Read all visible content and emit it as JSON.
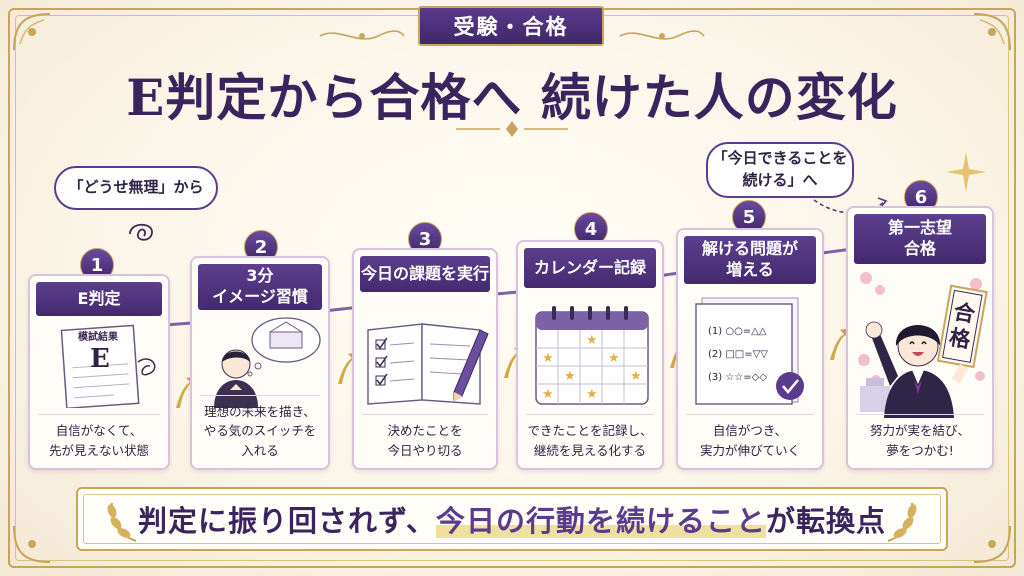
{
  "header": {
    "category": "受験・合格",
    "title": "E判定から合格へ 続けた人の変化"
  },
  "bubbles": {
    "left": "「どうせ無理」から",
    "right_line1": "「今日できることを",
    "right_line2": "続ける」へ"
  },
  "steps": [
    {
      "number": "1",
      "title": "E判定",
      "caption": "自信がなくて、\n先が見えない状態",
      "illustration": {
        "sheet_title": "模試結果",
        "grade": "E",
        "icon": "exam-sheet-icon"
      }
    },
    {
      "number": "2",
      "title": "3分\nイメージ習慣",
      "caption": "理想の未来を描き、\nやる気のスイッチを入れる",
      "illustration": {
        "icon": "student-visualizing-school-icon"
      }
    },
    {
      "number": "3",
      "title": "今日の課題を実行",
      "caption": "決めたことを\n今日やり切る",
      "illustration": {
        "icon": "notebook-checklist-icon"
      }
    },
    {
      "number": "4",
      "title": "カレンダー記録",
      "caption": "できたことを記録し、\n継続を見える化する",
      "illustration": {
        "icon": "calendar-stars-icon"
      }
    },
    {
      "number": "5",
      "title": "解ける問題が\n増える",
      "caption": "自信がつき、\n実力が伸びていく",
      "illustration": {
        "problems": [
          "(1) ○○=△△",
          "(2) □□=▽▽",
          "(3) ☆☆=◇◇"
        ],
        "icon": "solved-problems-icon"
      }
    },
    {
      "number": "6",
      "title": "第一志望\n合格",
      "caption": "努力が実を結び、\n夢をつかむ!",
      "illustration": {
        "sign": "合格",
        "icon": "celebrating-student-icon"
      }
    }
  ],
  "banner": {
    "part1": "判定に振り回されず、",
    "highlight": "今日の行動を続けること",
    "part2": "が転換点"
  },
  "colors": {
    "purple": "#4a2f78",
    "gold": "#c9a45c",
    "cream": "#fbf5e8"
  }
}
